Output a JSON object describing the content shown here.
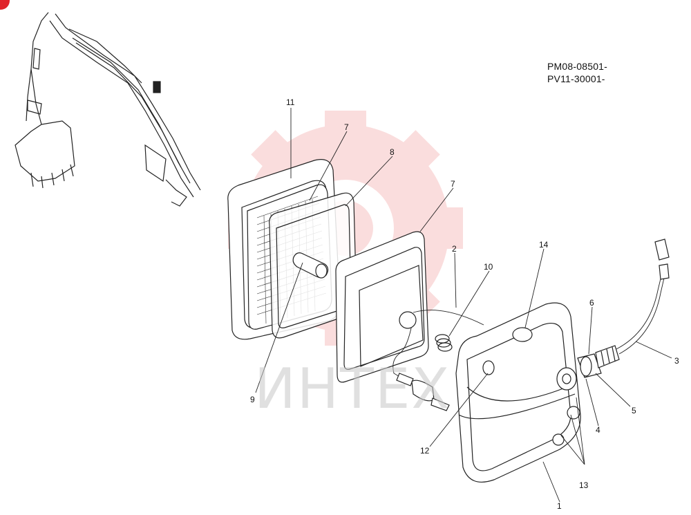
{
  "header": {
    "serial_line_1": "PM08-08501-",
    "serial_line_2": "PV11-30001-"
  },
  "watermark": {
    "text": "ИНТЕХ",
    "gear_color": "#f6c3c3",
    "text_color": "#c8c8c8"
  },
  "brand_dot_color": "#e0242b",
  "callouts": [
    {
      "id": "c11",
      "label": "11"
    },
    {
      "id": "c7a",
      "label": "7"
    },
    {
      "id": "c8",
      "label": "8"
    },
    {
      "id": "c7b",
      "label": "7"
    },
    {
      "id": "c2",
      "label": "2"
    },
    {
      "id": "c10",
      "label": "10"
    },
    {
      "id": "c14",
      "label": "14"
    },
    {
      "id": "c6",
      "label": "6"
    },
    {
      "id": "c3",
      "label": "3"
    },
    {
      "id": "c5",
      "label": "5"
    },
    {
      "id": "c4",
      "label": "4"
    },
    {
      "id": "c13",
      "label": "13"
    },
    {
      "id": "c1",
      "label": "1"
    },
    {
      "id": "c12",
      "label": "12"
    },
    {
      "id": "c9",
      "label": "9"
    }
  ]
}
